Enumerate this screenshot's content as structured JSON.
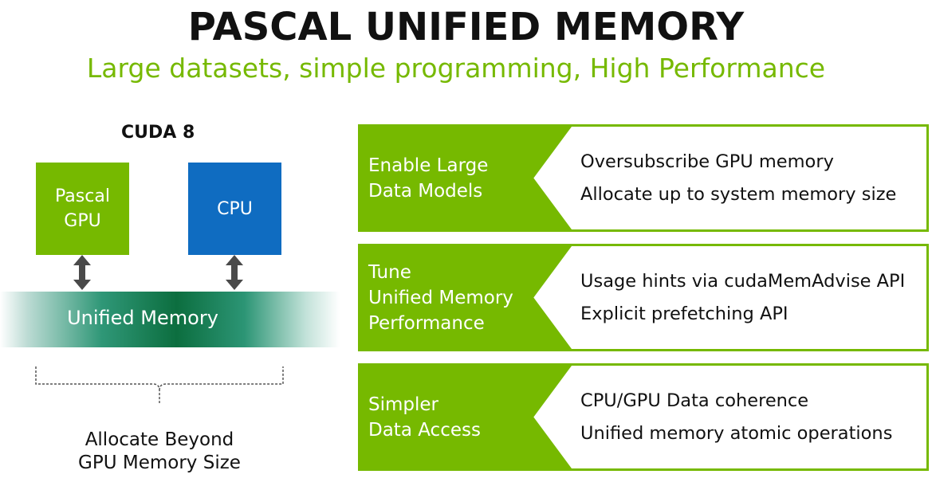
{
  "title": "PASCAL UNIFIED MEMORY",
  "subtitle": "Large datasets, simple programming, High Performance",
  "diagram": {
    "cuda_label": "CUDA 8",
    "gpu_label": "Pascal\nGPU",
    "cpu_label": "CPU",
    "unified_memory_label": "Unified Memory",
    "caption": "Allocate Beyond\nGPU Memory Size",
    "colors": {
      "gpu": "#76b900",
      "cpu": "#0f6cc1",
      "memory": "#0c6e3f"
    }
  },
  "features": [
    {
      "heading": "Enable Large\nData Models",
      "points": [
        "Oversubscribe GPU memory",
        "Allocate up to system memory size"
      ]
    },
    {
      "heading": "Tune\nUnified Memory\nPerformance",
      "points": [
        "Usage hints via cudaMemAdvise API",
        "Explicit prefetching API"
      ]
    },
    {
      "heading": "Simpler\nData Access",
      "points": [
        "CPU/GPU Data coherence",
        "Unified memory atomic operations"
      ]
    }
  ],
  "accent_color": "#76b900"
}
